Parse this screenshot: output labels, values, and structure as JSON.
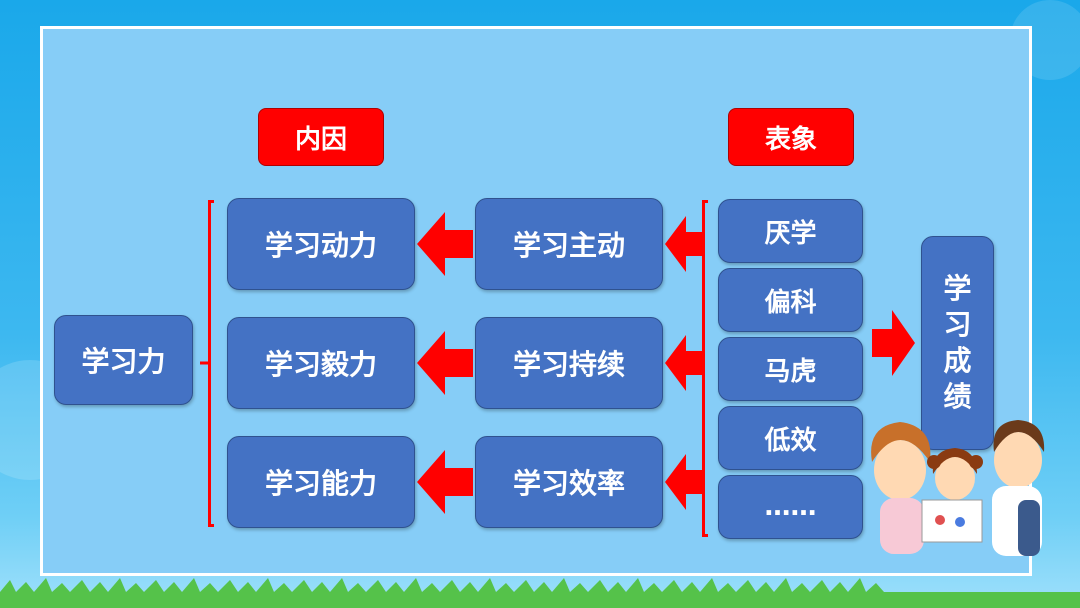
{
  "tags": {
    "internal": "内因",
    "surface": "表象"
  },
  "root": "学习力",
  "abilities": [
    "学习动力",
    "学习毅力",
    "学习能力"
  ],
  "behaviors": [
    "学习主动",
    "学习持续",
    "学习效率"
  ],
  "symptoms": [
    "厌学",
    "偏科",
    "马虎",
    "低效",
    "……"
  ],
  "result": [
    "学",
    "习",
    "成",
    "绩"
  ],
  "colors": {
    "box_fill": "#4472c4",
    "tag_fill": "#ff0000",
    "arrow": "#ff0000",
    "background": "#86cdf7"
  }
}
